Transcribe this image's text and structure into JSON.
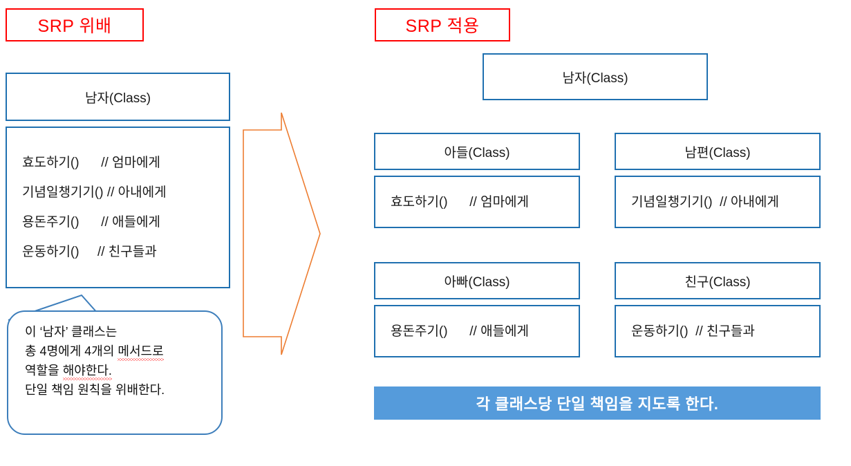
{
  "theme": {
    "background": "#ffffff",
    "red": "#FF0000",
    "blue_border": "#1F70B0",
    "bubble_border": "#3D7EBB",
    "arrow_stroke": "#ED7D31",
    "banner_fill": "#559BDB",
    "banner_text": "#ffffff",
    "text": "#1a1a1a",
    "squiggle": "#ff2a2a"
  },
  "left": {
    "tag": "SRP 위배",
    "class_header": "남자(Class)",
    "methods": [
      "효도하기()      // 엄마에게",
      "기념일챙기기() // 아내에게",
      "용돈주기()      // 애들에게",
      "운동하기()     // 친구들과"
    ],
    "bubble": {
      "line1": "이 ‘남자’ 클래스는",
      "line2_a": "총 4명에게 4개의 ",
      "line2_b": "메서드로",
      "line3_a": "역할을 ",
      "line3_b": "해야한다.",
      "line4": "단일 책임 원칙을 위배한다."
    }
  },
  "arrow": {
    "name": "right-arrow",
    "direction": "right"
  },
  "right": {
    "tag": "SRP 적용",
    "parent_class": "남자(Class)",
    "classes": [
      {
        "header": "아들(Class)",
        "method": "효도하기()      // 엄마에게"
      },
      {
        "header": "남편(Class)",
        "method": "기념일챙기기()  // 아내에게"
      },
      {
        "header": "아빠(Class)",
        "method": "용돈주기()      // 애들에게"
      },
      {
        "header": "친구(Class)",
        "method": "운동하기()  // 친구들과"
      }
    ],
    "banner": "각 클래스당 단일 책임을 지도록 한다."
  }
}
